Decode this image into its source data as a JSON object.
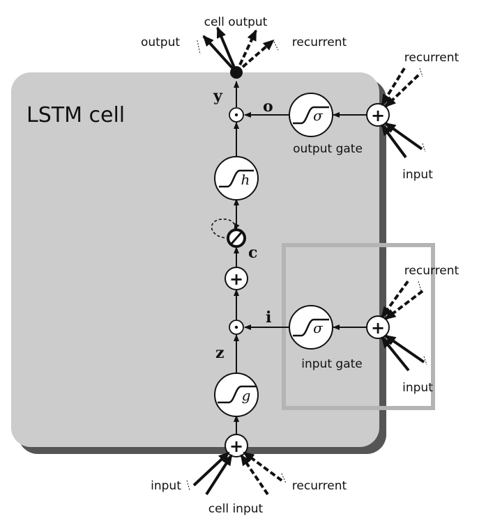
{
  "title": "LSTM cell",
  "top": {
    "cell_output": "cell output",
    "output": "output",
    "recurrent": "recurrent"
  },
  "bottom": {
    "cell_input": "cell input",
    "input": "input",
    "recurrent": "recurrent"
  },
  "output_gate": {
    "label": "output gate",
    "symbol": "σ",
    "in_recurrent": "recurrent",
    "in_input": "input"
  },
  "input_gate": {
    "label": "input gate",
    "symbol": "σ",
    "in_recurrent": "recurrent",
    "in_input": "input"
  },
  "nodes": {
    "g": "g",
    "h": "h",
    "plus": "+"
  },
  "variables": {
    "y": "y",
    "o": "o",
    "c": "c",
    "i": "i",
    "z": "z"
  },
  "colors": {
    "cell_fill": "#cccccc",
    "cell_shadow": "#555555",
    "highlight": "#b4b4b4",
    "stroke": "#111111"
  }
}
